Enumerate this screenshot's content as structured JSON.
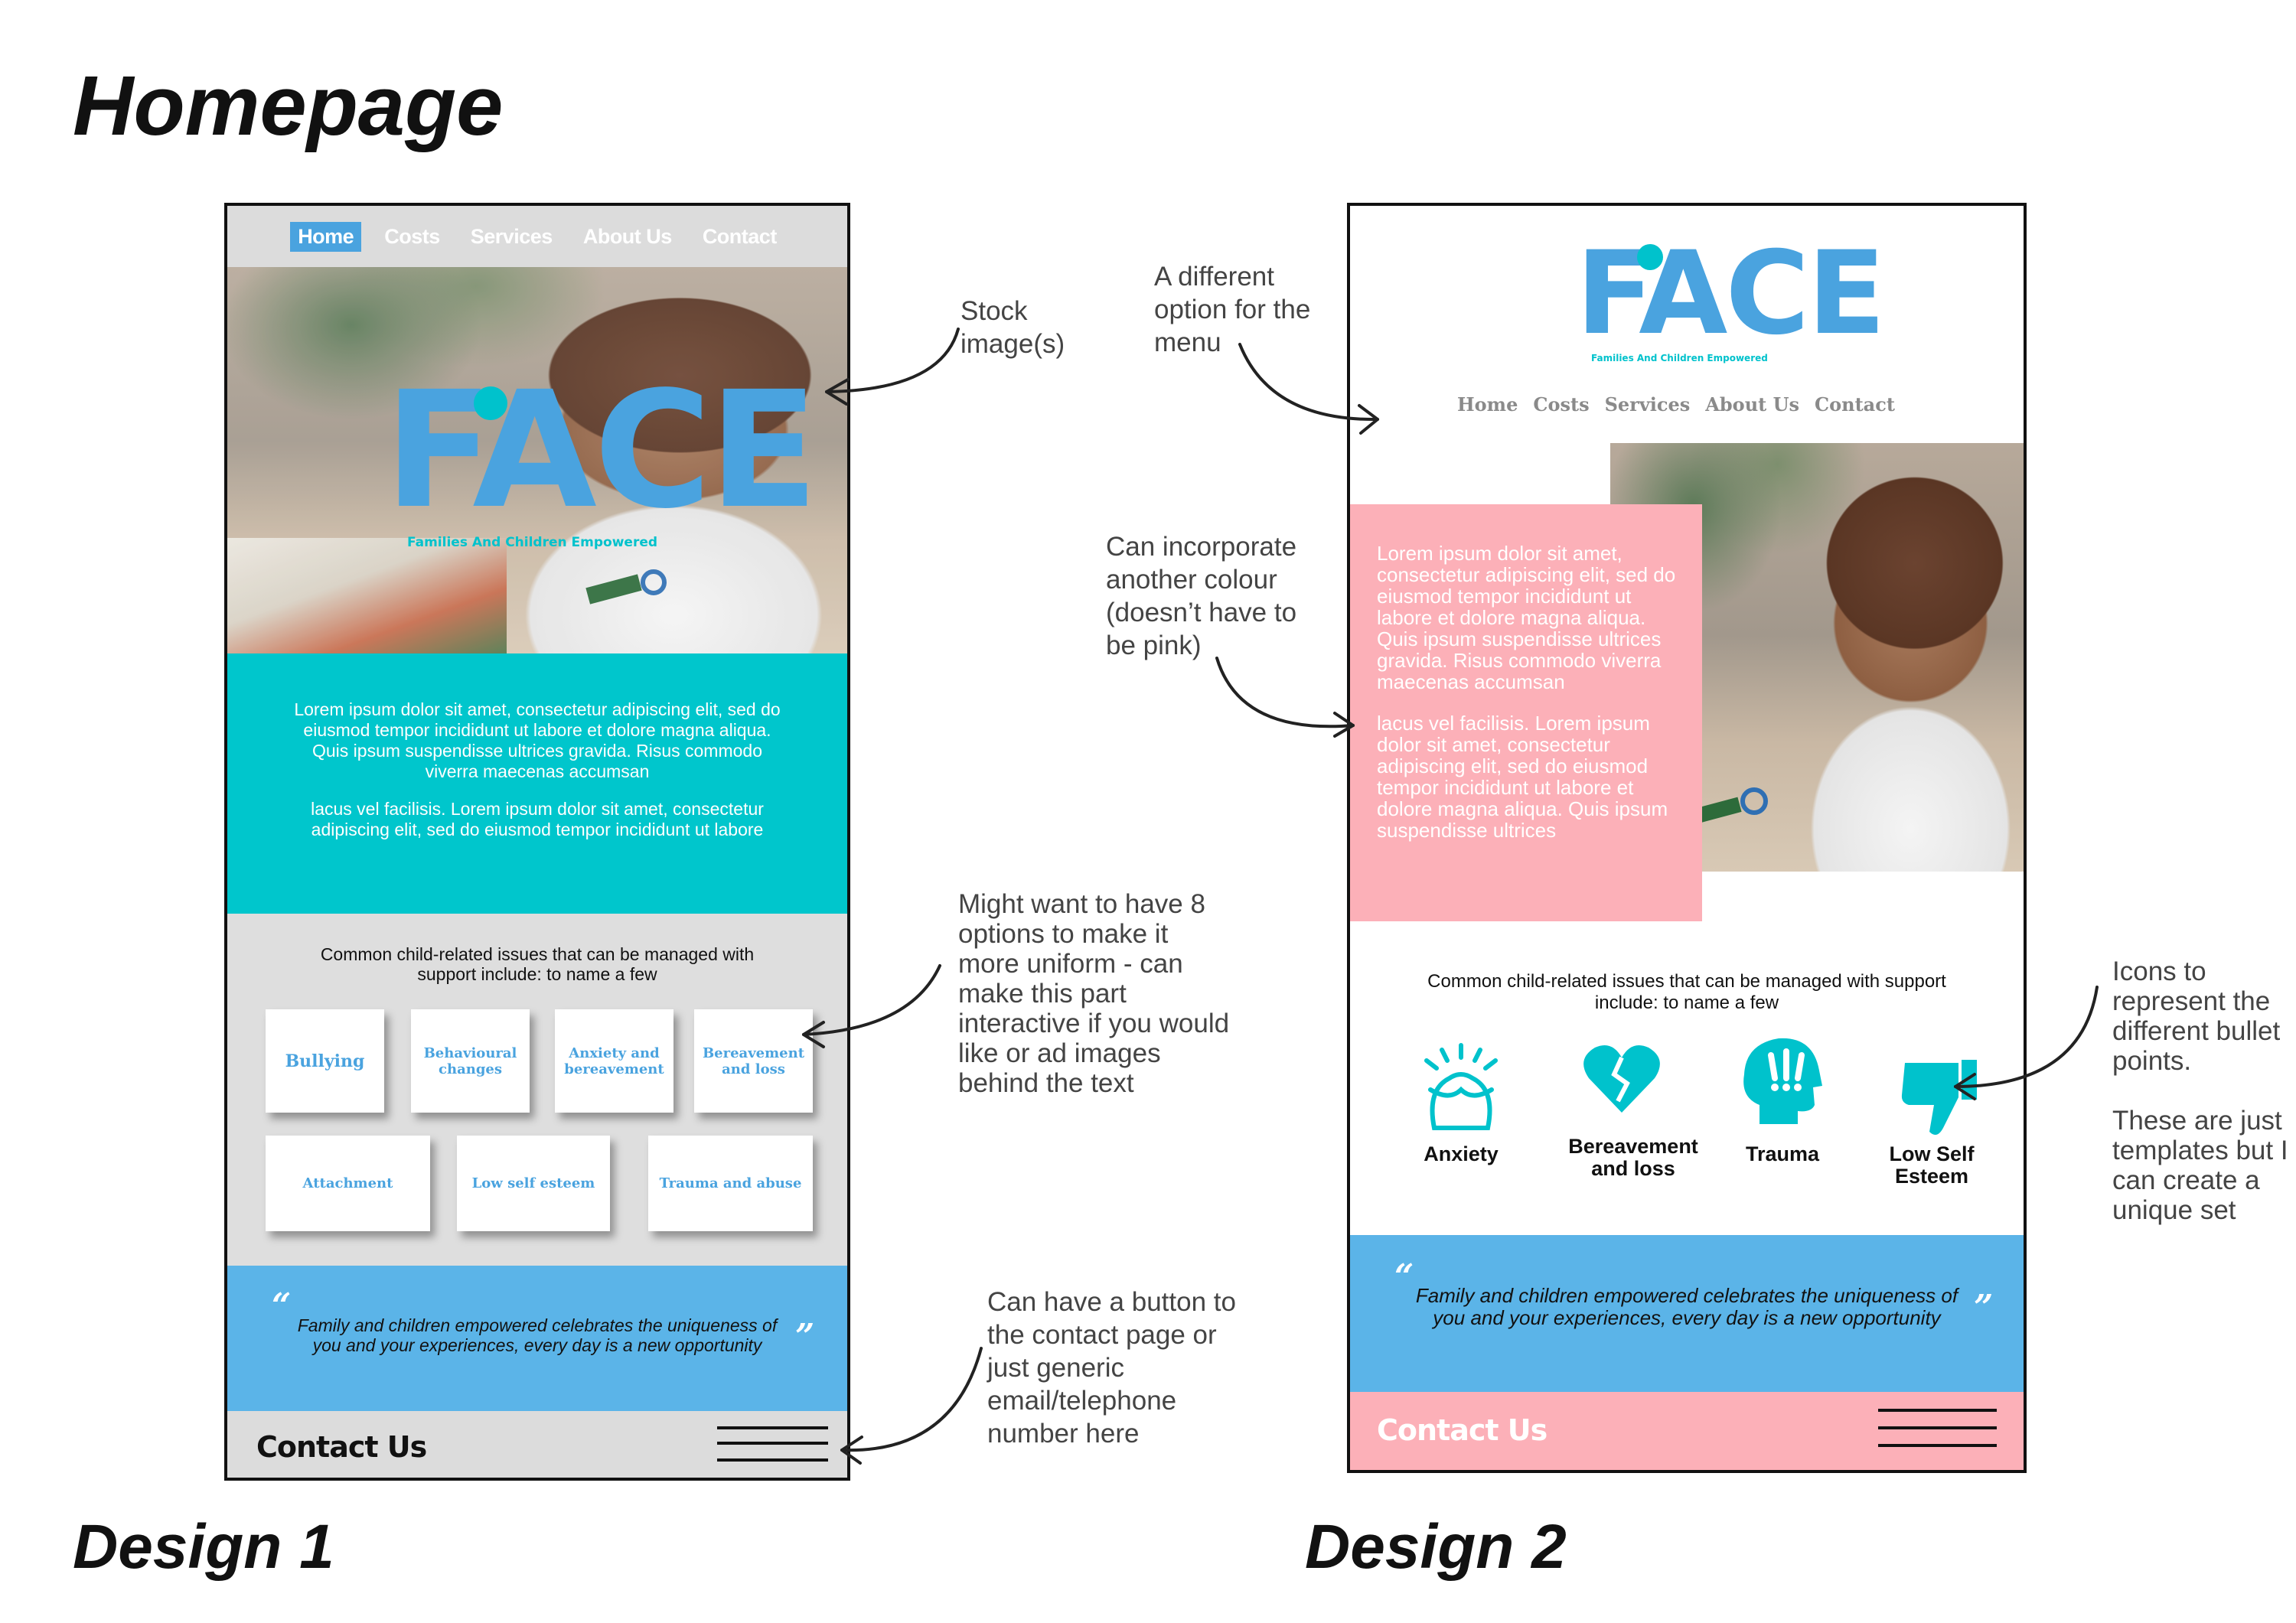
{
  "page_title": "Homepage",
  "design1": {
    "label": "Design 1",
    "nav": [
      "Home",
      "Costs",
      "Services",
      "About Us",
      "Contact"
    ],
    "logo": {
      "text": "FACE",
      "tagline": "Families And Children Empowered"
    },
    "intro_p1": "Lorem ipsum dolor sit amet, consectetur adipiscing elit, sed do eiusmod tempor incididunt ut labore et dolore magna aliqua. Quis ipsum suspendisse ultrices gravida. Risus commodo viverra maecenas accumsan",
    "intro_p2": "lacus vel facilisis. Lorem ipsum dolor sit amet, consectetur adipiscing elit, sed do eiusmod tempor incididunt ut labore",
    "issues_intro": "Common child-related issues that can be managed with support include: to name a few",
    "cards": [
      "Bullying",
      "Behavioural changes",
      "Anxiety and bereavement",
      "Bereavement and loss",
      "Attachment",
      "Low self esteem",
      "Trauma and abuse"
    ],
    "quote": "Family and children empowered celebrates the uniqueness of you and your experiences, every day is a new opportunity",
    "contact": "Contact Us"
  },
  "design2": {
    "label": "Design 2",
    "logo": {
      "text": "FACE",
      "tagline": "Families And Children Empowered"
    },
    "nav": [
      "Home",
      "Costs",
      "Services",
      "About Us",
      "Contact"
    ],
    "pink_p1": "Lorem ipsum dolor sit amet, consectetur adipiscing elit, sed do eiusmod tempor incididunt ut labore et dolore magna aliqua. Quis ipsum suspendisse ultrices gravida. Risus commodo viverra maecenas accumsan",
    "pink_p2": "lacus vel facilisis. Lorem ipsum dolor sit amet, consectetur adipiscing elit, sed do eiusmod tempor incididunt ut labore et dolore magna aliqua. Quis ipsum suspendisse ultrices",
    "issues_intro": "Common child-related issues that can be managed with support include: to name a few",
    "icons": [
      {
        "label": "Anxiety",
        "icon": "anxiety-head-icon"
      },
      {
        "label": "Bereavement and loss",
        "icon": "broken-heart-icon"
      },
      {
        "label": "Trauma",
        "icon": "trauma-head-icon"
      },
      {
        "label": "Low Self Esteem",
        "icon": "thumbs-down-icon"
      }
    ],
    "quote": "Family and children empowered celebrates the uniqueness of you and your experiences, every day is a new opportunity",
    "contact": "Contact Us"
  },
  "notes": {
    "stock": [
      "Stock",
      "image(s)"
    ],
    "menu": [
      "A different",
      "option for the",
      "menu"
    ],
    "colour": [
      "Can incorporate",
      "another colour",
      "(doesn’t have to",
      "be pink)"
    ],
    "uniform": [
      "Might want to have 8",
      "options to make it",
      "more uniform - can",
      "make this part",
      "interactive if you would",
      "like or ad images",
      "behind the text"
    ],
    "contact": [
      "Can have a button to",
      "the contact page or",
      "just generic",
      "email/telephone",
      "number here"
    ],
    "icons": [
      "Icons to",
      "represent the",
      "different bullet",
      "points.",
      "",
      "These are just",
      "templates but I",
      "can create a",
      "unique set"
    ]
  },
  "colors": {
    "teal": "#00c6cc",
    "blue": "#4aa3df",
    "sky": "#5bb4e8",
    "pink": "#fcb0b8",
    "grey": "#dcdcdc"
  }
}
